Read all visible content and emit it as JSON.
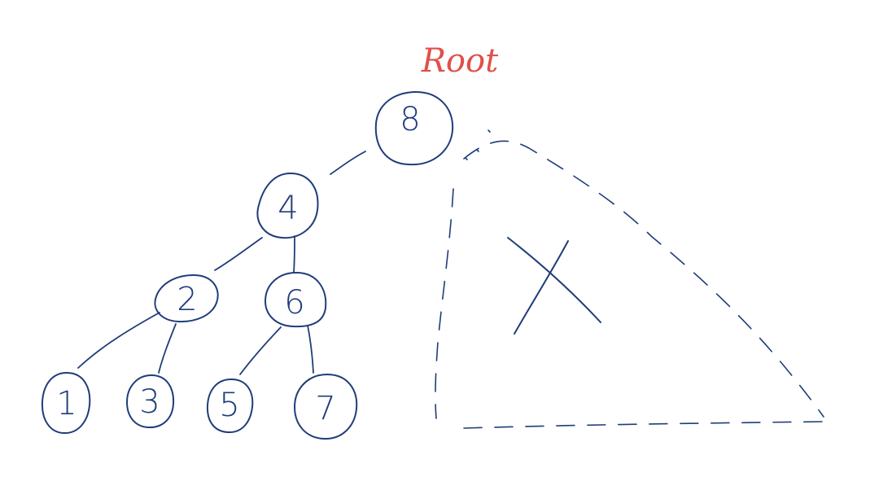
{
  "diagram": {
    "root_label": "Root",
    "nodes": [
      {
        "id": "n8",
        "label": "8"
      },
      {
        "id": "n4",
        "label": "4"
      },
      {
        "id": "n2",
        "label": "2"
      },
      {
        "id": "n6",
        "label": "6"
      },
      {
        "id": "n1",
        "label": "1"
      },
      {
        "id": "n3",
        "label": "3"
      },
      {
        "id": "n5",
        "label": "5"
      },
      {
        "id": "n7",
        "label": "7"
      }
    ],
    "edges": [
      {
        "from": "n8",
        "to": "n4"
      },
      {
        "from": "n4",
        "to": "n2"
      },
      {
        "from": "n4",
        "to": "n6"
      },
      {
        "from": "n2",
        "to": "n1"
      },
      {
        "from": "n2",
        "to": "n3"
      },
      {
        "from": "n6",
        "to": "n5"
      },
      {
        "from": "n6",
        "to": "n7"
      }
    ],
    "ink_color": "#1f3d7a",
    "root_label_color": "#e0504a"
  }
}
